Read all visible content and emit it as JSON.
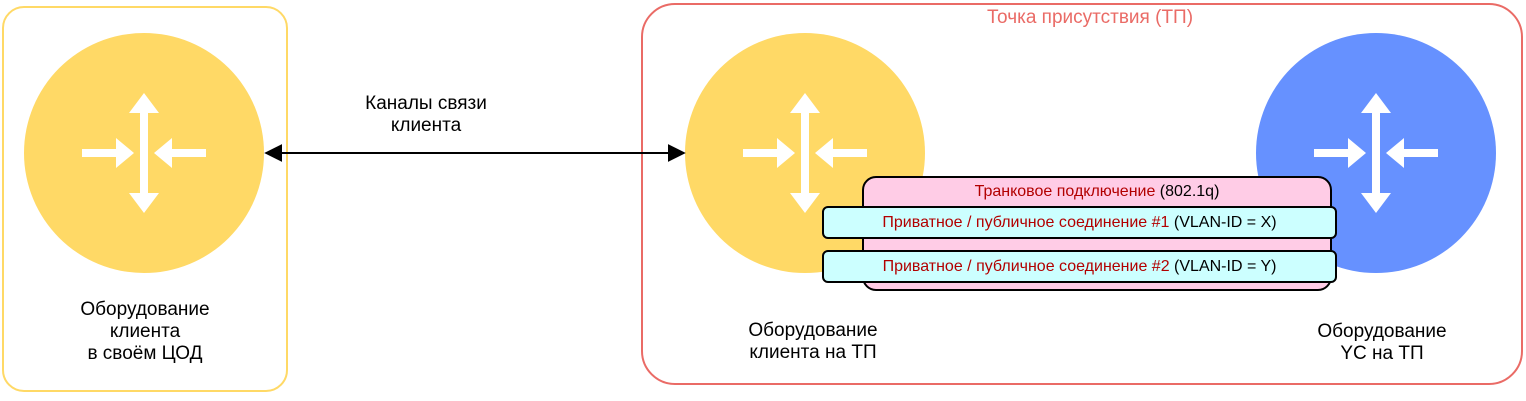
{
  "colors": {
    "client_dc_border": "#FFD966",
    "pop_border": "#EA6B66",
    "router_yellow": "#FFD966",
    "router_blue": "#6691FF",
    "trunk_fill": "#FFCCE6",
    "connection_fill": "#CCFFFF",
    "accent_red": "#B20000"
  },
  "pop": {
    "title": "Точка присутствия (ТП)"
  },
  "links": {
    "label": "Каналы связи\nклиента"
  },
  "client_dc": {
    "label": "Оборудование\nклиента\nв своём ЦОД",
    "icon": "router-icon"
  },
  "client_pop": {
    "label": "Оборудование\nклиента на ТП",
    "icon": "router-icon"
  },
  "yc_pop": {
    "label": "Оборудование\nYC на ТП",
    "icon": "router-icon"
  },
  "trunk": {
    "name": "Транковое подключение",
    "spec": " (802.1q)"
  },
  "connections": [
    {
      "name": "Приватное / публичное соединение #1",
      "vlan": " (VLAN-ID = X)"
    },
    {
      "name": "Приватное / публичное соединение #2",
      "vlan": " (VLAN-ID = Y)"
    }
  ]
}
